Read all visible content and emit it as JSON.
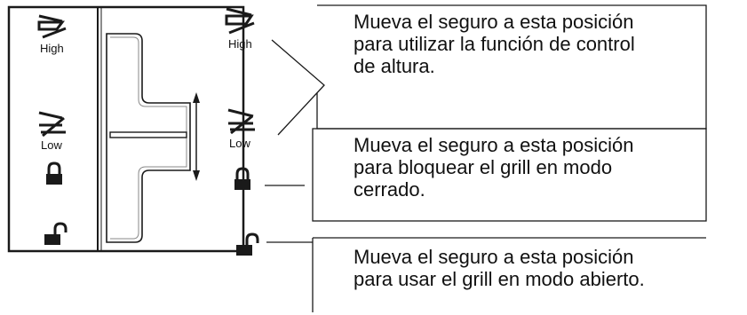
{
  "panel": {
    "labels": {
      "high": "High",
      "low": "Low"
    }
  },
  "right_icons": {
    "labels": {
      "high": "High",
      "low": "Low"
    }
  },
  "callouts": [
    {
      "lines": [
        "Mueva el seguro a esta posición",
        "para utilizar la función de control",
        "de altura."
      ]
    },
    {
      "lines": [
        "Mueva el seguro a esta posición",
        "para bloquear el grill en modo",
        "cerrado."
      ]
    },
    {
      "lines": [
        "Mueva el seguro a esta posición",
        "para usar el grill en modo abierto."
      ]
    }
  ],
  "colors": {
    "line": "#1a1a1a",
    "background": "#ffffff"
  },
  "icons": [
    "height-control-icon",
    "lock-closed-icon",
    "lock-open-icon",
    "double-arrow-icon"
  ]
}
